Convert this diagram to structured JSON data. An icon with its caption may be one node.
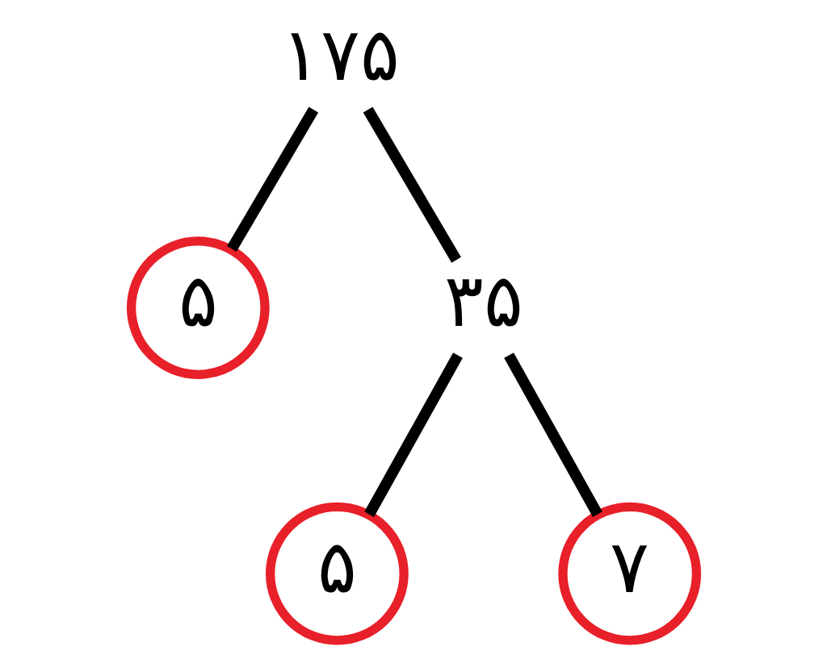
{
  "diagram": {
    "nodes": [
      {
        "text": [
          "۱۷۵"
        ]
      },
      {
        "text": [
          "۵"
        ]
      },
      {
        "text": [
          "۳۵"
        ]
      },
      {
        "text": [
          "۵"
        ]
      },
      {
        "text": [
          "۷"
        ]
      }
    ],
    "edges": [
      {
        "from": 0,
        "to": 1,
        "arrow": "none"
      },
      {
        "from": 0,
        "to": 2,
        "arrow": "none"
      },
      {
        "from": 2,
        "to": 3,
        "arrow": "none"
      },
      {
        "from": 2,
        "to": 4,
        "arrow": "none"
      }
    ]
  }
}
